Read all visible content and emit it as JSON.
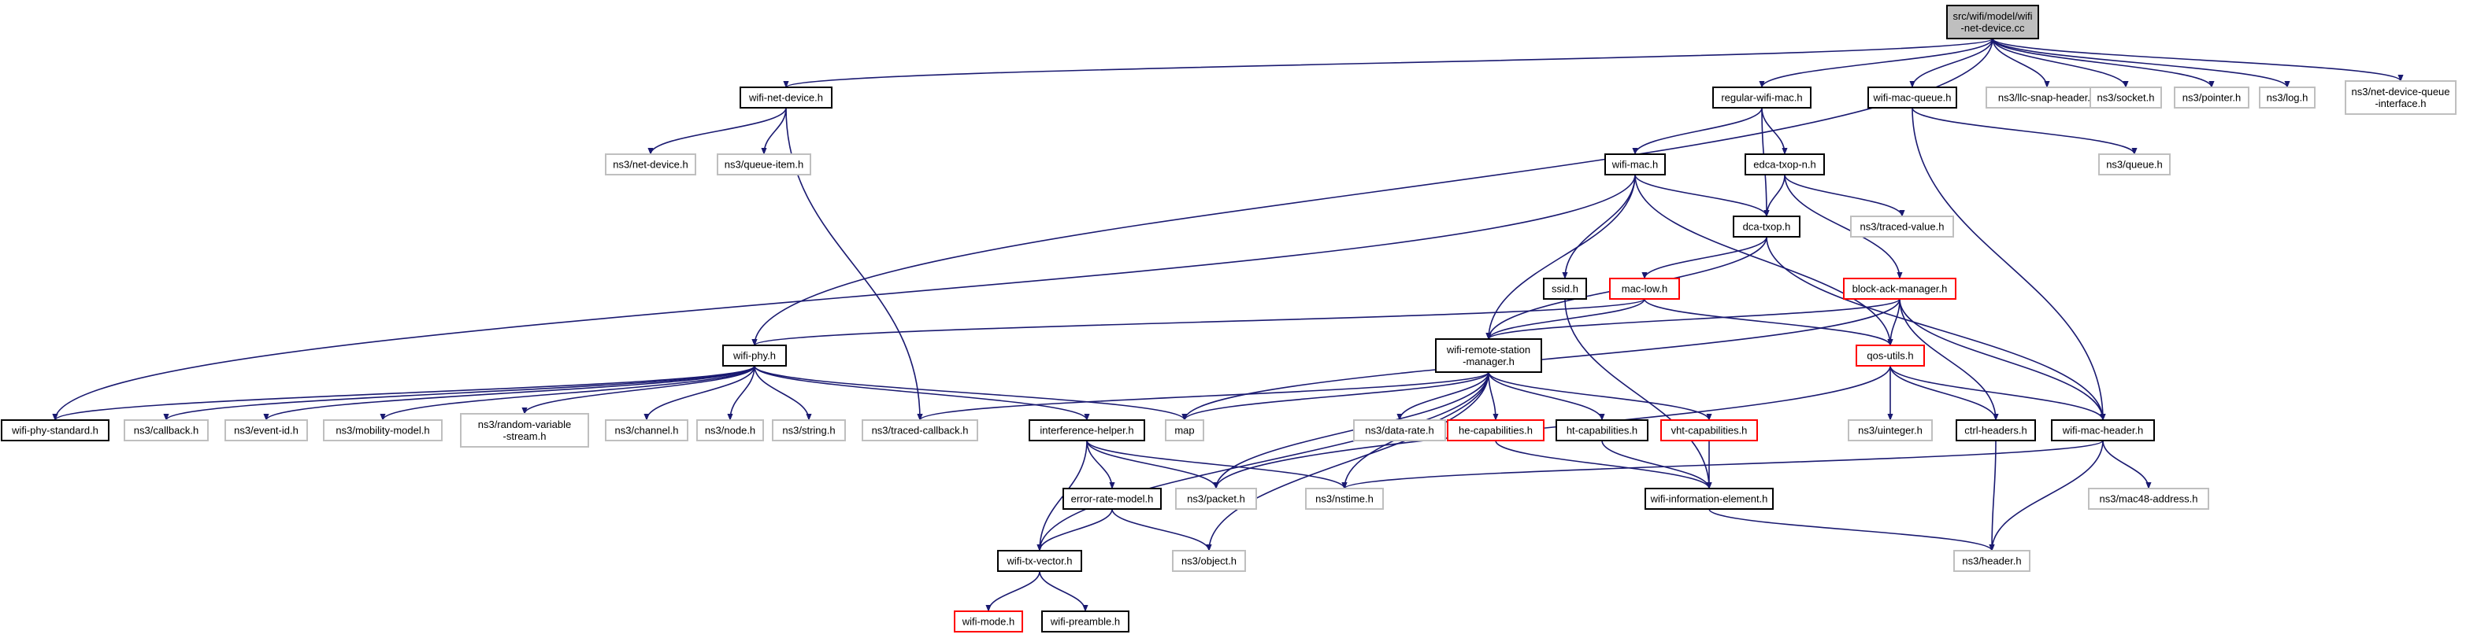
{
  "graph": {
    "colors": {
      "edge": "#191970",
      "documented_border": "#000000",
      "undocumented_border": "#bfbfbf",
      "incomplete_border": "#ff0000",
      "root_fill": "#bfbfbf",
      "node_fill": "#ffffff"
    },
    "nodes": [
      {
        "id": "root",
        "lines": [
          "src/wifi/model/wifi",
          "-net-device.cc"
        ],
        "kind": "root"
      },
      {
        "id": "wifi_net_device_h",
        "lines": [
          "wifi-net-device.h"
        ],
        "kind": "documented"
      },
      {
        "id": "regular_wifi_mac_h",
        "lines": [
          "regular-wifi-mac.h"
        ],
        "kind": "documented"
      },
      {
        "id": "wifi_mac_queue_h",
        "lines": [
          "wifi-mac-queue.h"
        ],
        "kind": "documented"
      },
      {
        "id": "llc_snap_header_h",
        "lines": [
          "ns3/llc-snap-header.h"
        ],
        "kind": "undocumented"
      },
      {
        "id": "socket_h",
        "lines": [
          "ns3/socket.h"
        ],
        "kind": "undocumented"
      },
      {
        "id": "pointer_h",
        "lines": [
          "ns3/pointer.h"
        ],
        "kind": "undocumented"
      },
      {
        "id": "log_h",
        "lines": [
          "ns3/log.h"
        ],
        "kind": "undocumented"
      },
      {
        "id": "ndq_iface_h",
        "lines": [
          "ns3/net-device-queue",
          "-interface.h"
        ],
        "kind": "undocumented"
      },
      {
        "id": "net_device_h",
        "lines": [
          "ns3/net-device.h"
        ],
        "kind": "undocumented"
      },
      {
        "id": "queue_item_h",
        "lines": [
          "ns3/queue-item.h"
        ],
        "kind": "undocumented"
      },
      {
        "id": "wifi_mac_h",
        "lines": [
          "wifi-mac.h"
        ],
        "kind": "documented"
      },
      {
        "id": "edca_txop_n_h",
        "lines": [
          "edca-txop-n.h"
        ],
        "kind": "documented"
      },
      {
        "id": "queue_h",
        "lines": [
          "ns3/queue.h"
        ],
        "kind": "undocumented"
      },
      {
        "id": "dca_txop_h",
        "lines": [
          "dca-txop.h"
        ],
        "kind": "documented"
      },
      {
        "id": "traced_value_h",
        "lines": [
          "ns3/traced-value.h"
        ],
        "kind": "undocumented"
      },
      {
        "id": "ssid_h",
        "lines": [
          "ssid.h"
        ],
        "kind": "documented"
      },
      {
        "id": "mac_low_h",
        "lines": [
          "mac-low.h"
        ],
        "kind": "incomplete"
      },
      {
        "id": "block_ack_manager_h",
        "lines": [
          "block-ack-manager.h"
        ],
        "kind": "incomplete"
      },
      {
        "id": "wifi_phy_h",
        "lines": [
          "wifi-phy.h"
        ],
        "kind": "documented"
      },
      {
        "id": "wrsm_h",
        "lines": [
          "wifi-remote-station",
          "-manager.h"
        ],
        "kind": "documented"
      },
      {
        "id": "qos_utils_h",
        "lines": [
          "qos-utils.h"
        ],
        "kind": "incomplete"
      },
      {
        "id": "wifi_phy_standard_h",
        "lines": [
          "wifi-phy-standard.h"
        ],
        "kind": "documented"
      },
      {
        "id": "callback_h",
        "lines": [
          "ns3/callback.h"
        ],
        "kind": "undocumented"
      },
      {
        "id": "event_id_h",
        "lines": [
          "ns3/event-id.h"
        ],
        "kind": "undocumented"
      },
      {
        "id": "mobility_model_h",
        "lines": [
          "ns3/mobility-model.h"
        ],
        "kind": "undocumented"
      },
      {
        "id": "random_variable_stream_h",
        "lines": [
          "ns3/random-variable",
          "-stream.h"
        ],
        "kind": "undocumented"
      },
      {
        "id": "channel_h",
        "lines": [
          "ns3/channel.h"
        ],
        "kind": "undocumented"
      },
      {
        "id": "node_h",
        "lines": [
          "ns3/node.h"
        ],
        "kind": "undocumented"
      },
      {
        "id": "string_h",
        "lines": [
          "ns3/string.h"
        ],
        "kind": "undocumented"
      },
      {
        "id": "traced_callback_h",
        "lines": [
          "ns3/traced-callback.h"
        ],
        "kind": "undocumented"
      },
      {
        "id": "interference_helper_h",
        "lines": [
          "interference-helper.h"
        ],
        "kind": "documented"
      },
      {
        "id": "map",
        "lines": [
          "map"
        ],
        "kind": "undocumented"
      },
      {
        "id": "data_rate_h",
        "lines": [
          "ns3/data-rate.h"
        ],
        "kind": "undocumented"
      },
      {
        "id": "he_capabilities_h",
        "lines": [
          "he-capabilities.h"
        ],
        "kind": "incomplete"
      },
      {
        "id": "ht_capabilities_h",
        "lines": [
          "ht-capabilities.h"
        ],
        "kind": "documented"
      },
      {
        "id": "vht_capabilities_h",
        "lines": [
          "vht-capabilities.h"
        ],
        "kind": "incomplete"
      },
      {
        "id": "uinteger_h",
        "lines": [
          "ns3/uinteger.h"
        ],
        "kind": "undocumented"
      },
      {
        "id": "ctrl_headers_h",
        "lines": [
          "ctrl-headers.h"
        ],
        "kind": "documented"
      },
      {
        "id": "wifi_mac_header_h",
        "lines": [
          "wifi-mac-header.h"
        ],
        "kind": "documented"
      },
      {
        "id": "error_rate_model_h",
        "lines": [
          "error-rate-model.h"
        ],
        "kind": "documented"
      },
      {
        "id": "packet_h",
        "lines": [
          "ns3/packet.h"
        ],
        "kind": "undocumented"
      },
      {
        "id": "nstime_h",
        "lines": [
          "ns3/nstime.h"
        ],
        "kind": "undocumented"
      },
      {
        "id": "wifi_information_element_h",
        "lines": [
          "wifi-information-element.h"
        ],
        "kind": "documented"
      },
      {
        "id": "mac48_address_h",
        "lines": [
          "ns3/mac48-address.h"
        ],
        "kind": "undocumented"
      },
      {
        "id": "wifi_tx_vector_h",
        "lines": [
          "wifi-tx-vector.h"
        ],
        "kind": "documented"
      },
      {
        "id": "object_h",
        "lines": [
          "ns3/object.h"
        ],
        "kind": "undocumented"
      },
      {
        "id": "header_h",
        "lines": [
          "ns3/header.h"
        ],
        "kind": "undocumented"
      },
      {
        "id": "wifi_mode_h",
        "lines": [
          "wifi-mode.h"
        ],
        "kind": "incomplete"
      },
      {
        "id": "wifi_preamble_h",
        "lines": [
          "wifi-preamble.h"
        ],
        "kind": "documented"
      }
    ],
    "edges": [
      [
        "root",
        "wifi_net_device_h"
      ],
      [
        "root",
        "wifi_phy_h"
      ],
      [
        "root",
        "regular_wifi_mac_h"
      ],
      [
        "root",
        "wifi_mac_queue_h"
      ],
      [
        "root",
        "llc_snap_header_h"
      ],
      [
        "root",
        "socket_h"
      ],
      [
        "root",
        "pointer_h"
      ],
      [
        "root",
        "log_h"
      ],
      [
        "root",
        "ndq_iface_h"
      ],
      [
        "wifi_net_device_h",
        "net_device_h"
      ],
      [
        "wifi_net_device_h",
        "queue_item_h"
      ],
      [
        "wifi_net_device_h",
        "traced_callback_h"
      ],
      [
        "regular_wifi_mac_h",
        "wifi_mac_h"
      ],
      [
        "regular_wifi_mac_h",
        "edca_txop_n_h"
      ],
      [
        "regular_wifi_mac_h",
        "dca_txop_h"
      ],
      [
        "wifi_mac_queue_h",
        "queue_h"
      ],
      [
        "wifi_mac_queue_h",
        "wifi_mac_header_h"
      ],
      [
        "wifi_mac_h",
        "dca_txop_h"
      ],
      [
        "wifi_mac_h",
        "ssid_h"
      ],
      [
        "wifi_mac_h",
        "wrsm_h"
      ],
      [
        "wifi_mac_h",
        "qos_utils_h"
      ],
      [
        "wifi_mac_h",
        "wifi_phy_standard_h"
      ],
      [
        "edca_txop_n_h",
        "dca_txop_h"
      ],
      [
        "edca_txop_n_h",
        "traced_value_h"
      ],
      [
        "edca_txop_n_h",
        "block_ack_manager_h"
      ],
      [
        "dca_txop_h",
        "mac_low_h"
      ],
      [
        "dca_txop_h",
        "wrsm_h"
      ],
      [
        "dca_txop_h",
        "wifi_mac_header_h"
      ],
      [
        "ssid_h",
        "wifi_information_element_h"
      ],
      [
        "mac_low_h",
        "wifi_phy_h"
      ],
      [
        "mac_low_h",
        "wrsm_h"
      ],
      [
        "mac_low_h",
        "qos_utils_h"
      ],
      [
        "block_ack_manager_h",
        "wrsm_h"
      ],
      [
        "block_ack_manager_h",
        "qos_utils_h"
      ],
      [
        "block_ack_manager_h",
        "ctrl_headers_h"
      ],
      [
        "block_ack_manager_h",
        "wifi_mac_header_h"
      ],
      [
        "block_ack_manager_h",
        "map"
      ],
      [
        "wifi_phy_h",
        "wifi_phy_standard_h"
      ],
      [
        "wifi_phy_h",
        "callback_h"
      ],
      [
        "wifi_phy_h",
        "event_id_h"
      ],
      [
        "wifi_phy_h",
        "mobility_model_h"
      ],
      [
        "wifi_phy_h",
        "random_variable_stream_h"
      ],
      [
        "wifi_phy_h",
        "channel_h"
      ],
      [
        "wifi_phy_h",
        "node_h"
      ],
      [
        "wifi_phy_h",
        "string_h"
      ],
      [
        "wifi_phy_h",
        "interference_helper_h"
      ],
      [
        "wifi_phy_h",
        "map"
      ],
      [
        "wrsm_h",
        "traced_callback_h"
      ],
      [
        "wrsm_h",
        "map"
      ],
      [
        "wrsm_h",
        "packet_h"
      ],
      [
        "wrsm_h",
        "nstime_h"
      ],
      [
        "wrsm_h",
        "object_h"
      ],
      [
        "wrsm_h",
        "data_rate_h"
      ],
      [
        "wrsm_h",
        "he_capabilities_h"
      ],
      [
        "wrsm_h",
        "ht_capabilities_h"
      ],
      [
        "wrsm_h",
        "vht_capabilities_h"
      ],
      [
        "wrsm_h",
        "wifi_tx_vector_h"
      ],
      [
        "qos_utils_h",
        "uinteger_h"
      ],
      [
        "qos_utils_h",
        "wifi_mac_header_h"
      ],
      [
        "qos_utils_h",
        "packet_h"
      ],
      [
        "qos_utils_h",
        "ctrl_headers_h"
      ],
      [
        "interference_helper_h",
        "error_rate_model_h"
      ],
      [
        "interference_helper_h",
        "packet_h"
      ],
      [
        "interference_helper_h",
        "nstime_h"
      ],
      [
        "interference_helper_h",
        "wifi_tx_vector_h"
      ],
      [
        "error_rate_model_h",
        "wifi_tx_vector_h"
      ],
      [
        "error_rate_model_h",
        "object_h"
      ],
      [
        "he_capabilities_h",
        "wifi_information_element_h"
      ],
      [
        "ht_capabilities_h",
        "wifi_information_element_h"
      ],
      [
        "vht_capabilities_h",
        "wifi_information_element_h"
      ],
      [
        "ctrl_headers_h",
        "header_h"
      ],
      [
        "wifi_mac_header_h",
        "header_h"
      ],
      [
        "wifi_mac_header_h",
        "mac48_address_h"
      ],
      [
        "wifi_mac_header_h",
        "nstime_h"
      ],
      [
        "wifi_information_element_h",
        "header_h"
      ],
      [
        "wifi_tx_vector_h",
        "wifi_mode_h"
      ],
      [
        "wifi_tx_vector_h",
        "wifi_preamble_h"
      ]
    ]
  }
}
